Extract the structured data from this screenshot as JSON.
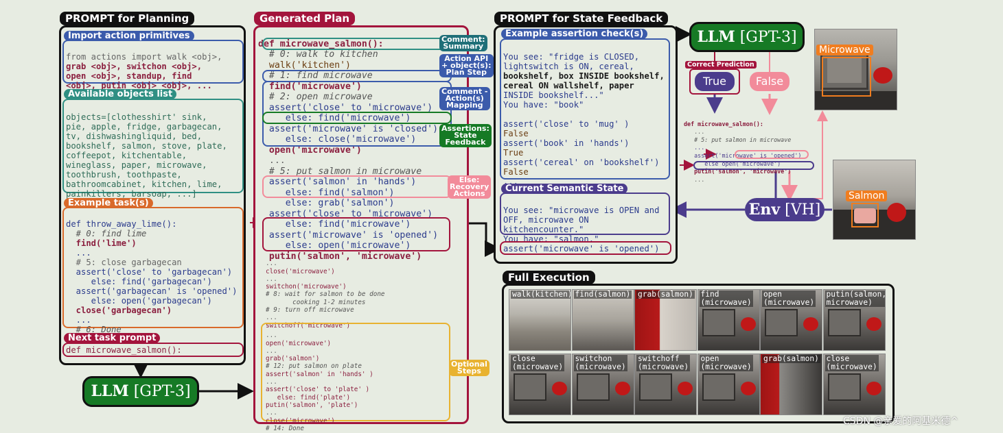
{
  "colors": {
    "blue": "#3b5bab",
    "teal": "#2f8f83",
    "orange": "#d9692a",
    "crimson": "#a3143c",
    "pink": "#f28b9a",
    "green": "#167a25",
    "yellow": "#e8b230",
    "purple": "#4b3c8c",
    "darkteal": "#1f6f78"
  },
  "planning": {
    "title": "PROMPT for Planning",
    "import_tag": "Import action primitives",
    "import_lines": [
      "from actions import walk <obj>,",
      "grab <obj>, switchon <obj>,",
      "open <obj>, standup, find",
      "<obj>, putin <obj> <obj>, ..."
    ],
    "objects_tag": "Available objects list",
    "objects_lines": [
      "objects=[clothesshirt' sink,",
      "pie, apple, fridge, garbagecan,",
      "tv, dishwashingliquid, bed,",
      "bookshelf, salmon, stove, plate,",
      "coffeepot, kitchentable,",
      "wineglass, paper, microwave,",
      "toothbrush, toothpaste,",
      "bathroomcabinet, kitchen, lime,",
      "painkillers, barsoap, ...]"
    ],
    "example_tag": "Example task(s)",
    "example_lines": [
      "def throw_away_lime():",
      "  # 0: find lime",
      "  find('lime')",
      "  ...",
      "  # 5: close garbagecan",
      "  assert('close' to 'garbagecan')",
      "     else: find('garbagecan')",
      "  assert('garbagecan' is 'opened')",
      "     else: open('garbagecan')",
      "  close('garbagecan')",
      "  ...",
      "  # 6: Done"
    ],
    "next_tag": "Next task prompt",
    "next_line": "def microwave_salmon():"
  },
  "llm_label": {
    "bold": "LLM",
    "rest": " [GPT-3]"
  },
  "plan": {
    "title": "Generated Plan",
    "lines": [
      "def microwave_salmon():",
      "  # 0: walk to kitchen",
      "  walk('kitchen')",
      "  # 1: find microwave",
      "  find('microwave')",
      "  # 2: open microwave",
      "  assert('close' to 'microwave')",
      "     else: find('microwave')",
      "  assert('microwave' is 'closed')",
      "     else: close('microwave')",
      "  open('microwave')",
      "  ...",
      "  # 5: put salmon in microwave",
      "  assert('salmon' in 'hands')",
      "     else: find('salmon')",
      "     else: grab('salmon')",
      "  assert('close' to 'microwave')",
      "     else: find('microwave')",
      "  assert('microwave' is 'opened')",
      "     else: open('microwave')",
      "  putin('salmon', 'microwave')"
    ],
    "small_lines": [
      "...",
      "close('microwave')",
      "...",
      "switchon('microwave')",
      "# 8: wait for salmon to be done",
      "       cooking 1-2 minutes",
      "# 9: turn off microwave",
      "...",
      "switchoff('microwave')"
    ],
    "optional_lines": [
      "...",
      "open('microwave')",
      "...",
      "grab('salmon')",
      "# 12: put salmon on plate",
      "assert('salmon' in 'hands' )",
      "...",
      "assert('close' to 'plate' )",
      "   else: find('plate')",
      "putin('salmon', 'plate')",
      "...",
      "close('microwave')",
      "# 14: Done"
    ],
    "side_tags": {
      "comment_summary": "Comment:\nSummary",
      "action_api": "Action API\n+ object(s):\nPlan Step",
      "comment_mapping": "Comment -\nAction(s)\nMapping",
      "assertions": "Assertions:\nState\nFeedback",
      "recovery": "Else:\nRecovery\nActions",
      "optional": "Optional\nSteps"
    }
  },
  "feedback": {
    "title": "PROMPT for State Feedback",
    "assert_tag": "Example assertion check(s)",
    "assert_lines": [
      "You see: \"fridge is CLOSED,",
      "lightswitch is ON, cereal,",
      "bookshelf, box INSIDE bookshelf,",
      "cereal ON wallshelf, paper",
      "INSIDE bookshelf...\"",
      "You have: \"book\"",
      "",
      "assert('close' to 'mug' )",
      "False",
      "assert('book' in 'hands')",
      "True",
      "assert('cereal' on 'bookshelf')",
      "False",
      "..."
    ],
    "state_tag": "Current Semantic State",
    "state_lines": [
      "You see: \"microwave is OPEN and",
      "OFF, microwave ON",
      "kitchencounter.\"",
      "You have: \"salmon.\""
    ],
    "query_line": "assert('microwave' is 'opened')"
  },
  "llm2_label": {
    "bold": "LLM",
    "rest": " [GPT-3]"
  },
  "correct_prediction": "Correct Prediction",
  "true_label": "True",
  "false_label": "False",
  "mini_code": [
    "def microwave_salmon():",
    "   ...",
    "   # 5: put salmon in microwave",
    "   ...",
    "   assert('microwave' is 'opened')",
    "      else open('microwave')",
    "   putin('salmon', 'microwave')",
    "   ..."
  ],
  "env_label": {
    "bold": "Env",
    "rest": " [VH]"
  },
  "microwave_tag": "Microwave",
  "salmon_tag": "Salmon",
  "execution": {
    "title": "Full Execution",
    "row1": [
      "walk(kitchen)",
      "find(salmon)",
      "grab(salmon)",
      "find\n(microwave)",
      "open\n(microwave)",
      "putin(salmon,\nmicrowave)"
    ],
    "row2": [
      "close\n(microwave)",
      "switchon\n(microwave)",
      "switchoff\n(microwave)",
      "open\n(microwave)",
      "grab(salmon)",
      "close\n(microwave)"
    ]
  },
  "watermark": "CSDN @亲爱的阿基米德^"
}
